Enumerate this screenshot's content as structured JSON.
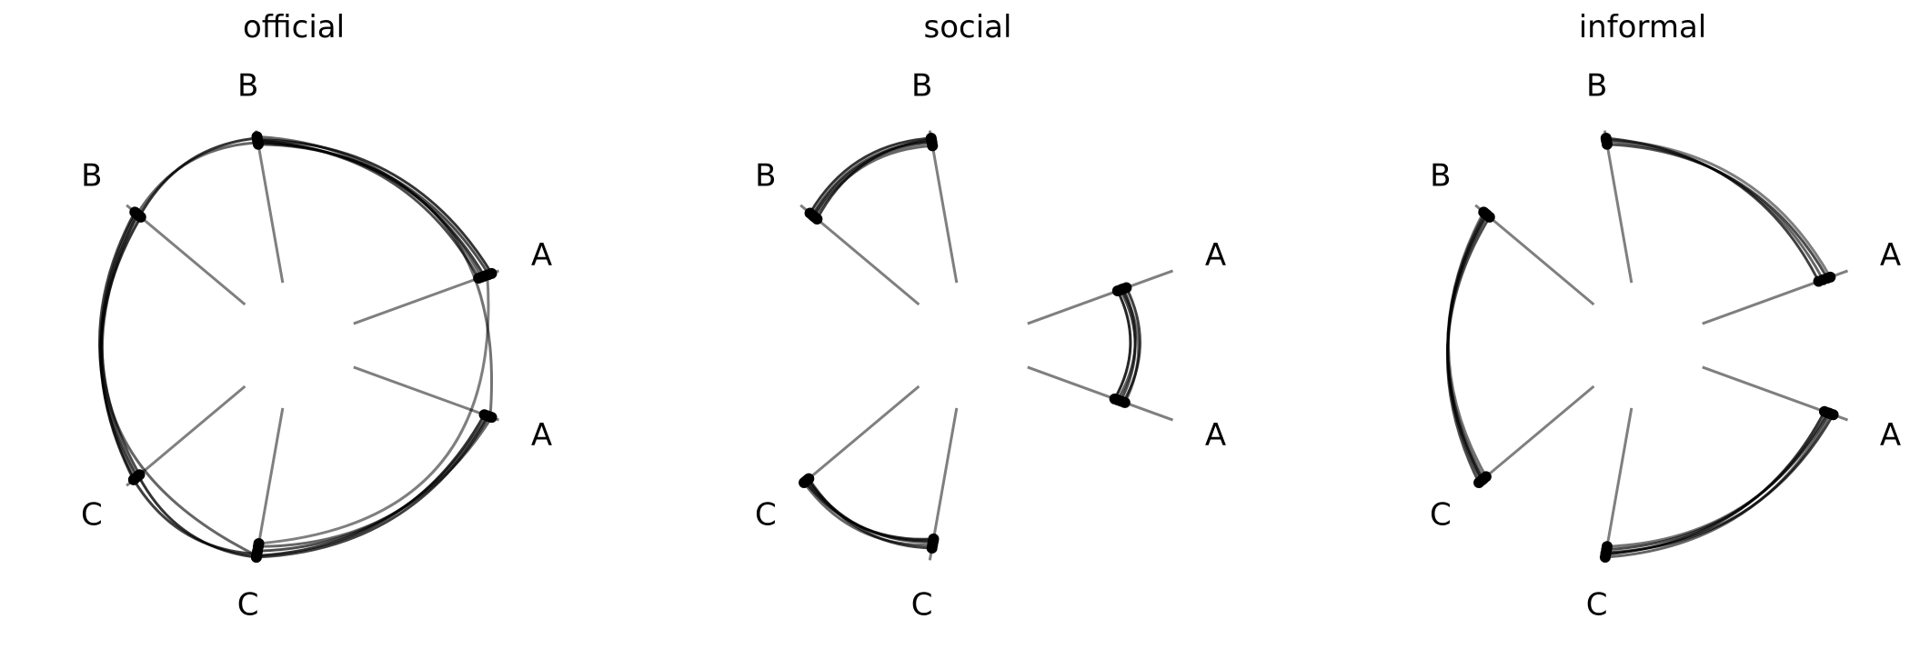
{
  "chart_data": {
    "type": "hive",
    "axis_scale": [
      0,
      1
    ],
    "panels": [
      {
        "title": "official",
        "axes": [
          {
            "label": "A",
            "angle_deg": 20
          },
          {
            "label": "B",
            "angle_deg": 100
          },
          {
            "label": "B",
            "angle_deg": 140
          },
          {
            "label": "C",
            "angle_deg": 220
          },
          {
            "label": "C",
            "angle_deg": 260
          },
          {
            "label": "A",
            "angle_deg": -20
          }
        ],
        "edges": [
          {
            "from": [
              1,
              0.92
            ],
            "to": [
              0,
              0.9
            ],
            "opacity": 0.75
          },
          {
            "from": [
              1,
              0.91
            ],
            "to": [
              0,
              0.93
            ],
            "opacity": 0.7
          },
          {
            "from": [
              1,
              0.94
            ],
            "to": [
              0,
              0.95
            ],
            "opacity": 0.8
          },
          {
            "from": [
              1,
              0.96
            ],
            "to": [
              0,
              0.88
            ],
            "opacity": 0.6
          },
          {
            "from": [
              1,
              0.93
            ],
            "to": [
              0,
              0.86
            ],
            "opacity": 0.7
          },
          {
            "from": [
              2,
              0.89
            ],
            "to": [
              1,
              0.95
            ],
            "opacity": 0.8
          },
          {
            "from": [
              2,
              0.91
            ],
            "to": [
              1,
              0.92
            ],
            "opacity": 0.6
          },
          {
            "from": [
              2,
              0.93
            ],
            "to": [
              3,
              0.91
            ],
            "opacity": 0.75
          },
          {
            "from": [
              2,
              0.92
            ],
            "to": [
              3,
              0.89
            ],
            "opacity": 0.7
          },
          {
            "from": [
              2,
              0.9
            ],
            "to": [
              3,
              0.93
            ],
            "opacity": 0.6
          },
          {
            "from": [
              2,
              0.88
            ],
            "to": [
              3,
              0.94
            ],
            "opacity": 0.8
          },
          {
            "from": [
              2,
              0.91
            ],
            "to": [
              4,
              0.97
            ],
            "opacity": 0.6
          },
          {
            "from": [
              3,
              0.94
            ],
            "to": [
              4,
              0.96
            ],
            "opacity": 0.75
          },
          {
            "from": [
              3,
              0.9
            ],
            "to": [
              4,
              0.98
            ],
            "opacity": 0.8
          },
          {
            "from": [
              4,
              0.97
            ],
            "to": [
              5,
              0.9
            ],
            "opacity": 0.8
          },
          {
            "from": [
              4,
              0.94
            ],
            "to": [
              5,
              0.92
            ],
            "opacity": 0.7
          },
          {
            "from": [
              4,
              0.91
            ],
            "to": [
              5,
              0.95
            ],
            "opacity": 0.6
          },
          {
            "from": [
              4,
              0.98
            ],
            "to": [
              5,
              0.93
            ],
            "opacity": 0.75
          },
          {
            "from": [
              4,
              0.89
            ],
            "to": [
              0,
              0.92
            ],
            "opacity": 0.5
          },
          {
            "from": [
              5,
              0.94
            ],
            "to": [
              1,
              0.94
            ],
            "opacity": 0.55
          }
        ]
      },
      {
        "title": "social",
        "axes": [
          {
            "label": "A",
            "angle_deg": 20
          },
          {
            "label": "B",
            "angle_deg": 100
          },
          {
            "label": "B",
            "angle_deg": 140
          },
          {
            "label": "C",
            "angle_deg": 220
          },
          {
            "label": "C",
            "angle_deg": 260
          },
          {
            "label": "A",
            "angle_deg": -20
          }
        ],
        "edges": [
          {
            "from": [
              1,
              0.95
            ],
            "to": [
              2,
              0.92
            ],
            "opacity": 0.8
          },
          {
            "from": [
              1,
              0.93
            ],
            "to": [
              2,
              0.9
            ],
            "opacity": 0.7
          },
          {
            "from": [
              1,
              0.9
            ],
            "to": [
              2,
              0.88
            ],
            "opacity": 0.6
          },
          {
            "from": [
              1,
              0.94
            ],
            "to": [
              2,
              0.86
            ],
            "opacity": 0.75
          },
          {
            "from": [
              1,
              0.92
            ],
            "to": [
              2,
              0.89
            ],
            "opacity": 0.65
          },
          {
            "from": [
              0,
              0.62
            ],
            "to": [
              5,
              0.6
            ],
            "opacity": 0.85
          },
          {
            "from": [
              0,
              0.64
            ],
            "to": [
              5,
              0.64
            ],
            "opacity": 0.7
          },
          {
            "from": [
              0,
              0.66
            ],
            "to": [
              5,
              0.62
            ],
            "opacity": 0.65
          },
          {
            "from": [
              0,
              0.68
            ],
            "to": [
              5,
              0.66
            ],
            "opacity": 0.75
          },
          {
            "from": [
              0,
              0.65
            ],
            "to": [
              5,
              0.67
            ],
            "opacity": 0.55
          },
          {
            "from": [
              3,
              0.96
            ],
            "to": [
              4,
              0.86
            ],
            "opacity": 0.8
          },
          {
            "from": [
              3,
              0.94
            ],
            "to": [
              4,
              0.88
            ],
            "opacity": 0.7
          },
          {
            "from": [
              3,
              0.97
            ],
            "to": [
              4,
              0.9
            ],
            "opacity": 0.6
          },
          {
            "from": [
              3,
              0.93
            ],
            "to": [
              4,
              0.92
            ],
            "opacity": 0.75
          },
          {
            "from": [
              3,
              0.95
            ],
            "to": [
              4,
              0.87
            ],
            "opacity": 0.55
          }
        ]
      },
      {
        "title": "informal",
        "axes": [
          {
            "label": "A",
            "angle_deg": 20
          },
          {
            "label": "B",
            "angle_deg": 100
          },
          {
            "label": "B",
            "angle_deg": 140
          },
          {
            "label": "C",
            "angle_deg": 220
          },
          {
            "label": "C",
            "angle_deg": 260
          },
          {
            "label": "A",
            "angle_deg": -20
          }
        ],
        "edges": [
          {
            "from": [
              1,
              0.95
            ],
            "to": [
              0,
              0.8
            ],
            "opacity": 0.75
          },
          {
            "from": [
              1,
              0.93
            ],
            "to": [
              0,
              0.83
            ],
            "opacity": 0.6
          },
          {
            "from": [
              1,
              0.91
            ],
            "to": [
              0,
              0.86
            ],
            "opacity": 0.7
          },
          {
            "from": [
              1,
              0.94
            ],
            "to": [
              0,
              0.88
            ],
            "opacity": 0.5
          },
          {
            "from": [
              2,
              0.9
            ],
            "to": [
              3,
              0.95
            ],
            "opacity": 0.75
          },
          {
            "from": [
              2,
              0.92
            ],
            "to": [
              3,
              0.93
            ],
            "opacity": 0.6
          },
          {
            "from": [
              2,
              0.88
            ],
            "to": [
              3,
              0.97
            ],
            "opacity": 0.7
          },
          {
            "from": [
              2,
              0.93
            ],
            "to": [
              3,
              0.91
            ],
            "opacity": 0.55
          },
          {
            "from": [
              2,
              0.91
            ],
            "to": [
              3,
              0.94
            ],
            "opacity": 0.65
          },
          {
            "from": [
              5,
              0.84
            ],
            "to": [
              4,
              0.96
            ],
            "opacity": 0.8
          },
          {
            "from": [
              5,
              0.86
            ],
            "to": [
              4,
              0.93
            ],
            "opacity": 0.7
          },
          {
            "from": [
              5,
              0.88
            ],
            "to": [
              4,
              0.98
            ],
            "opacity": 0.6
          },
          {
            "from": [
              5,
              0.9
            ],
            "to": [
              4,
              0.95
            ],
            "opacity": 0.75
          },
          {
            "from": [
              5,
              0.87
            ],
            "to": [
              4,
              0.91
            ],
            "opacity": 0.55
          }
        ]
      }
    ]
  }
}
